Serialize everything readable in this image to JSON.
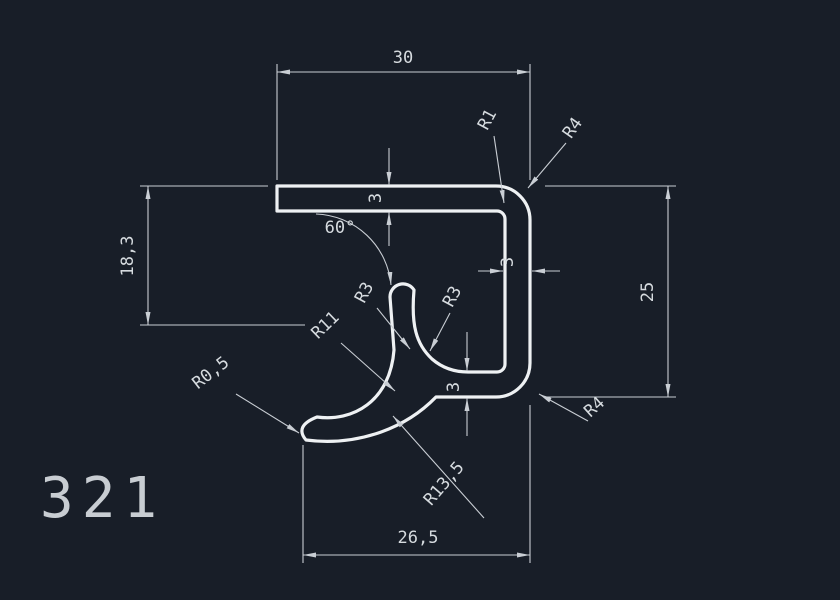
{
  "drawing": {
    "part_number": "321",
    "dimensions": {
      "width_top": "30",
      "height_left": "18,3",
      "height_right": "25",
      "width_bottom": "26,5",
      "thickness_top_flange": "3",
      "thickness_wall": "3",
      "thickness_bottom_flange": "3",
      "angle": "60°"
    },
    "radii": {
      "top_inner": "R1",
      "top_outer": "R4",
      "arm_left": "R3",
      "arm_right": "R3",
      "hook_inner": "R11",
      "hook_tip": "R0,5",
      "hook_outer": "R13,5",
      "bottom_outer": "R4"
    },
    "colors": {
      "background": "#181e28",
      "profile_line": "#eef1f3",
      "dimension_line": "#c9ced4",
      "text": "#d6dbdf"
    }
  }
}
